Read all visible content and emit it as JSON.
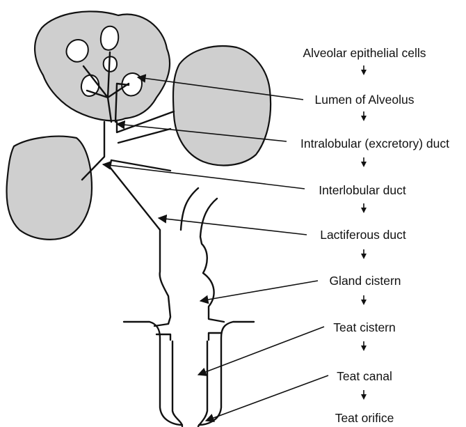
{
  "labels": [
    "Alveolar epithelial cells",
    "Lumen of Alveolus",
    "Intralobular (excretory) duct",
    "Interlobular duct",
    "Lactiferous duct",
    "Gland cistern",
    "Teat cistern",
    "Teat canal",
    "Teat orifice"
  ],
  "colors": {
    "lobe_fill": "#cfcfcf",
    "line": "#111111"
  }
}
